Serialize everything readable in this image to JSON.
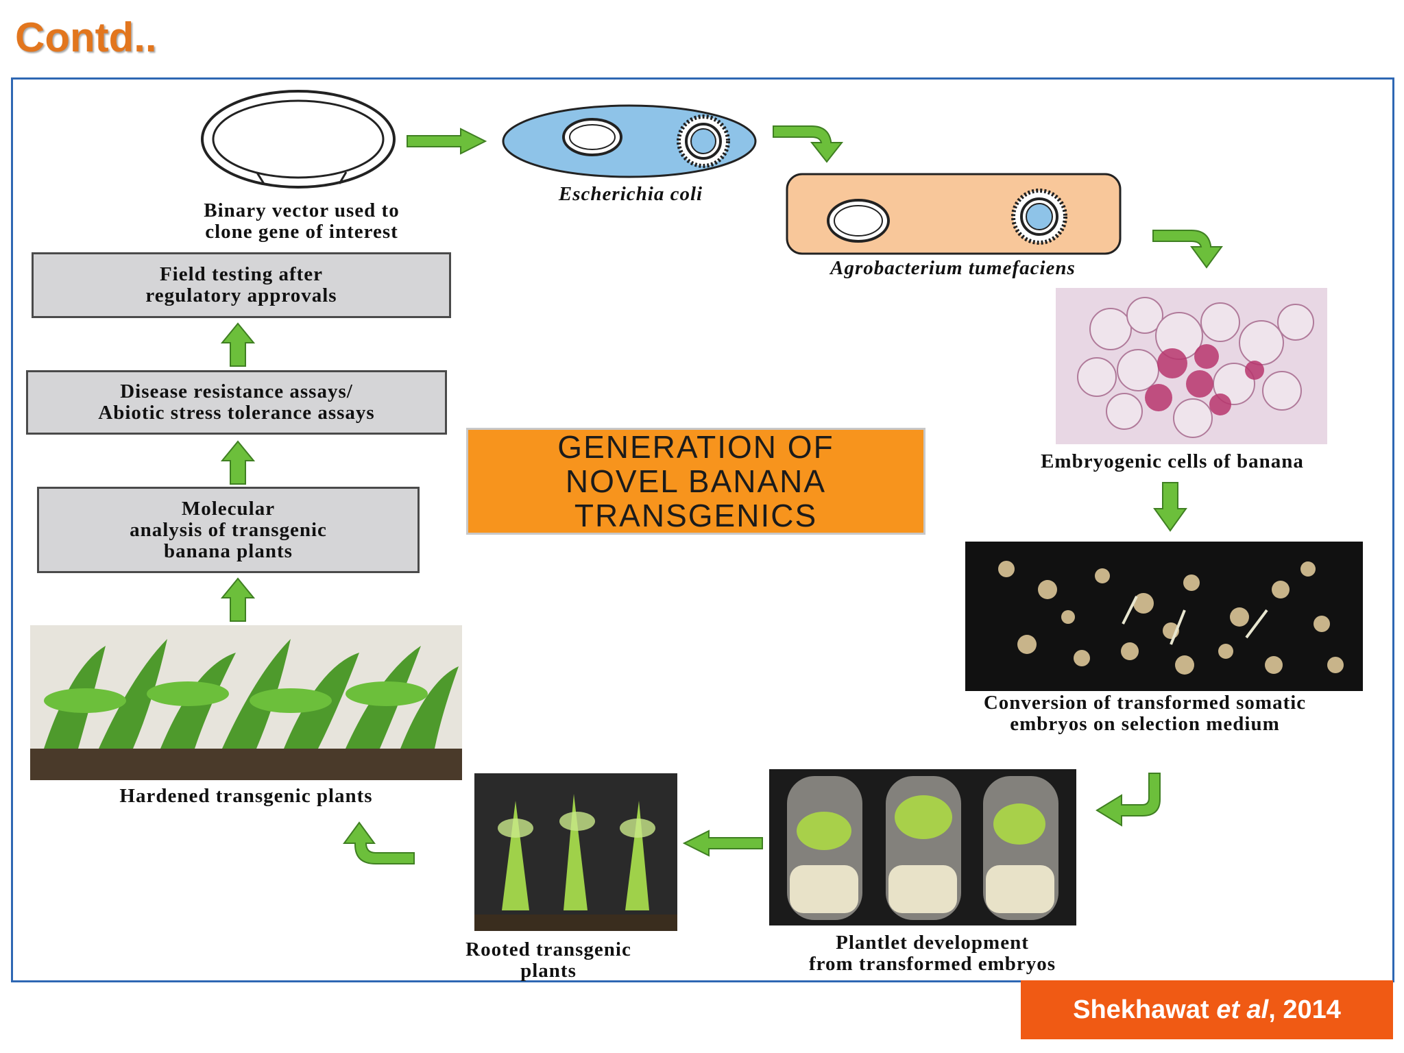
{
  "title": "Contd..",
  "center_title": "GENERATION OF\nNOVEL BANANA\nTRANSGENICS",
  "citation": {
    "author": "Shekhawat",
    "etal": "et al",
    "year": ", 2014"
  },
  "labels": {
    "binary_vector": "Binary vector used to\nclone gene of interest",
    "ecoli": "Escherichia coli",
    "agrobacterium": "Agrobacterium tumefaciens",
    "embryogenic": "Embryogenic cells of banana",
    "conversion": "Conversion of transformed somatic\nembryos on selection medium",
    "plantlet": "Plantlet development\nfrom transformed embryos",
    "rooted": "Rooted transgenic\nplants",
    "hardened": "Hardened transgenic plants"
  },
  "boxes": {
    "field_testing": "Field testing after\nregulatory approvals",
    "disease": "Disease resistance assays/\nAbiotic stress tolerance assays",
    "molecular": "Molecular\nanalysis of transgenic\nbanana plants"
  },
  "colors": {
    "arrow_green": "#6cbf3b",
    "ecoli_blue": "#8ec3e8",
    "agro_peach": "#f8c79a",
    "center_orange": "#f7941d",
    "citation_orange": "#f05a14",
    "frame_blue": "#2e67b3",
    "title_orange": "#e2761e"
  }
}
